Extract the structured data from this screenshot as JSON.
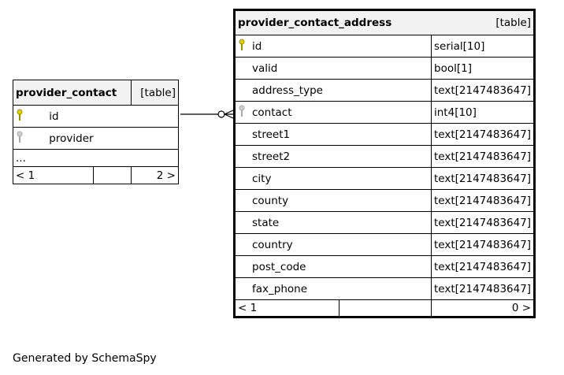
{
  "tables": [
    {
      "name": "provider_contact",
      "type": "[table]",
      "columns": [
        {
          "name": "id",
          "key": "primary"
        },
        {
          "name": "provider",
          "key": "foreign"
        }
      ],
      "ellipsis": "...",
      "nav": {
        "left": "< 1",
        "right": "2 >"
      }
    },
    {
      "name": "provider_contact_address",
      "type": "[table]",
      "columns": [
        {
          "name": "id",
          "dtype": "serial[10]",
          "key": "primary"
        },
        {
          "name": "valid",
          "dtype": "bool[1]",
          "key": ""
        },
        {
          "name": "address_type",
          "dtype": "text[2147483647]",
          "key": ""
        },
        {
          "name": "contact",
          "dtype": "int4[10]",
          "key": "foreign"
        },
        {
          "name": "street1",
          "dtype": "text[2147483647]",
          "key": ""
        },
        {
          "name": "street2",
          "dtype": "text[2147483647]",
          "key": ""
        },
        {
          "name": "city",
          "dtype": "text[2147483647]",
          "key": ""
        },
        {
          "name": "county",
          "dtype": "text[2147483647]",
          "key": ""
        },
        {
          "name": "state",
          "dtype": "text[2147483647]",
          "key": ""
        },
        {
          "name": "country",
          "dtype": "text[2147483647]",
          "key": ""
        },
        {
          "name": "post_code",
          "dtype": "text[2147483647]",
          "key": ""
        },
        {
          "name": "fax_phone",
          "dtype": "text[2147483647]",
          "key": ""
        }
      ],
      "nav": {
        "left": "< 1",
        "right": "0 >"
      }
    }
  ],
  "colors": {
    "primary_key": "#e0d000",
    "foreign_key": "#a8a8a8"
  },
  "footer": "Generated by SchemaSpy"
}
